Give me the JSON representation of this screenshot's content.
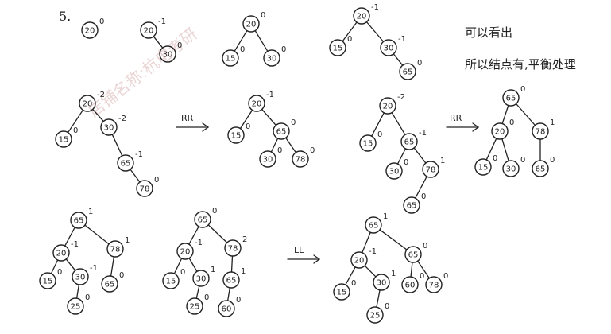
{
  "question_number": "5.",
  "watermark": "店铺名称:杭电考研",
  "notes": {
    "line1": "可以看出",
    "line2": "所以结点有,平衡处理"
  },
  "operations": {
    "rr1": "RR",
    "rr2": "RR",
    "ll": "LL"
  },
  "trees": [
    {
      "id": "t1",
      "nodes": [
        {
          "id": "a",
          "key": "20",
          "bf": "0"
        }
      ],
      "edges": []
    },
    {
      "id": "t2",
      "nodes": [
        {
          "id": "a",
          "key": "20",
          "bf": "-1"
        },
        {
          "id": "b",
          "key": "30",
          "bf": "0"
        }
      ],
      "edges": [
        [
          "a",
          "b"
        ]
      ]
    },
    {
      "id": "t3",
      "nodes": [
        {
          "id": "a",
          "key": "20",
          "bf": "0"
        },
        {
          "id": "b",
          "key": "15",
          "bf": "0"
        },
        {
          "id": "c",
          "key": "30",
          "bf": "0"
        }
      ],
      "edges": [
        [
          "a",
          "b"
        ],
        [
          "a",
          "c"
        ]
      ]
    },
    {
      "id": "t4",
      "nodes": [
        {
          "id": "a",
          "key": "20",
          "bf": "-1"
        },
        {
          "id": "b",
          "key": "15",
          "bf": "0"
        },
        {
          "id": "c",
          "key": "30",
          "bf": "-1"
        },
        {
          "id": "d",
          "key": "65",
          "bf": "0"
        }
      ],
      "edges": [
        [
          "a",
          "b"
        ],
        [
          "a",
          "c"
        ],
        [
          "c",
          "d"
        ]
      ]
    },
    {
      "id": "t5",
      "nodes": [
        {
          "id": "a",
          "key": "20",
          "bf": "-2"
        },
        {
          "id": "b",
          "key": "15",
          "bf": "0"
        },
        {
          "id": "c",
          "key": "30",
          "bf": "-2"
        },
        {
          "id": "d",
          "key": "65",
          "bf": "-1"
        },
        {
          "id": "e",
          "key": "78",
          "bf": "0"
        }
      ],
      "edges": [
        [
          "a",
          "b"
        ],
        [
          "a",
          "c"
        ],
        [
          "c",
          "d"
        ],
        [
          "d",
          "e"
        ]
      ]
    },
    {
      "id": "t6",
      "nodes": [
        {
          "id": "a",
          "key": "20",
          "bf": "-1"
        },
        {
          "id": "b",
          "key": "15",
          "bf": "0"
        },
        {
          "id": "c",
          "key": "65",
          "bf": "0"
        },
        {
          "id": "d",
          "key": "30",
          "bf": "0"
        },
        {
          "id": "e",
          "key": "78",
          "bf": "0"
        }
      ],
      "edges": [
        [
          "a",
          "b"
        ],
        [
          "a",
          "c"
        ],
        [
          "c",
          "d"
        ],
        [
          "c",
          "e"
        ]
      ]
    },
    {
      "id": "t7",
      "nodes": [
        {
          "id": "a",
          "key": "20",
          "bf": "-2"
        },
        {
          "id": "b",
          "key": "15",
          "bf": "0"
        },
        {
          "id": "c",
          "key": "65",
          "bf": "-1"
        },
        {
          "id": "d",
          "key": "30",
          "bf": "0"
        },
        {
          "id": "e",
          "key": "78",
          "bf": "1"
        },
        {
          "id": "f",
          "key": "65",
          "bf": "0"
        }
      ],
      "edges": [
        [
          "a",
          "b"
        ],
        [
          "a",
          "c"
        ],
        [
          "c",
          "d"
        ],
        [
          "c",
          "e"
        ],
        [
          "e",
          "f"
        ]
      ]
    },
    {
      "id": "t8",
      "nodes": [
        {
          "id": "a",
          "key": "65",
          "bf": "0"
        },
        {
          "id": "b",
          "key": "20",
          "bf": "0"
        },
        {
          "id": "c",
          "key": "78",
          "bf": "1"
        },
        {
          "id": "d",
          "key": "15",
          "bf": "0"
        },
        {
          "id": "e",
          "key": "30",
          "bf": "0"
        },
        {
          "id": "f",
          "key": "65",
          "bf": "0"
        }
      ],
      "edges": [
        [
          "a",
          "b"
        ],
        [
          "a",
          "c"
        ],
        [
          "b",
          "d"
        ],
        [
          "b",
          "e"
        ],
        [
          "c",
          "f"
        ]
      ]
    },
    {
      "id": "t9",
      "nodes": [
        {
          "id": "a",
          "key": "65",
          "bf": "1"
        },
        {
          "id": "b",
          "key": "20",
          "bf": "-1"
        },
        {
          "id": "c",
          "key": "78",
          "bf": "1"
        },
        {
          "id": "d",
          "key": "15",
          "bf": "0"
        },
        {
          "id": "e",
          "key": "30",
          "bf": "-1"
        },
        {
          "id": "f",
          "key": "65",
          "bf": "0"
        },
        {
          "id": "g",
          "key": "25",
          "bf": "0"
        }
      ],
      "edges": [
        [
          "a",
          "b"
        ],
        [
          "a",
          "c"
        ],
        [
          "b",
          "d"
        ],
        [
          "b",
          "e"
        ],
        [
          "c",
          "f"
        ],
        [
          "e",
          "g"
        ]
      ]
    },
    {
      "id": "t10",
      "nodes": [
        {
          "id": "a",
          "key": "65",
          "bf": "0"
        },
        {
          "id": "b",
          "key": "20",
          "bf": "-1"
        },
        {
          "id": "c",
          "key": "78",
          "bf": "2"
        },
        {
          "id": "d",
          "key": "15",
          "bf": "0"
        },
        {
          "id": "e",
          "key": "30",
          "bf": "1"
        },
        {
          "id": "f",
          "key": "65",
          "bf": "1"
        },
        {
          "id": "g",
          "key": "25",
          "bf": "0"
        },
        {
          "id": "h",
          "key": "60",
          "bf": "0"
        }
      ],
      "edges": [
        [
          "a",
          "b"
        ],
        [
          "a",
          "c"
        ],
        [
          "b",
          "d"
        ],
        [
          "b",
          "e"
        ],
        [
          "c",
          "f"
        ],
        [
          "e",
          "g"
        ],
        [
          "f",
          "h"
        ]
      ]
    },
    {
      "id": "t11",
      "nodes": [
        {
          "id": "a",
          "key": "65",
          "bf": "1"
        },
        {
          "id": "b",
          "key": "20",
          "bf": "-1"
        },
        {
          "id": "c",
          "key": "65",
          "bf": "0"
        },
        {
          "id": "d",
          "key": "15",
          "bf": "0"
        },
        {
          "id": "e",
          "key": "30",
          "bf": "1"
        },
        {
          "id": "f",
          "key": "60",
          "bf": "0"
        },
        {
          "id": "g",
          "key": "78",
          "bf": "0"
        },
        {
          "id": "h",
          "key": "25",
          "bf": "0"
        }
      ],
      "edges": [
        [
          "a",
          "b"
        ],
        [
          "a",
          "c"
        ],
        [
          "b",
          "d"
        ],
        [
          "b",
          "e"
        ],
        [
          "c",
          "f"
        ],
        [
          "c",
          "g"
        ],
        [
          "e",
          "h"
        ]
      ]
    }
  ]
}
